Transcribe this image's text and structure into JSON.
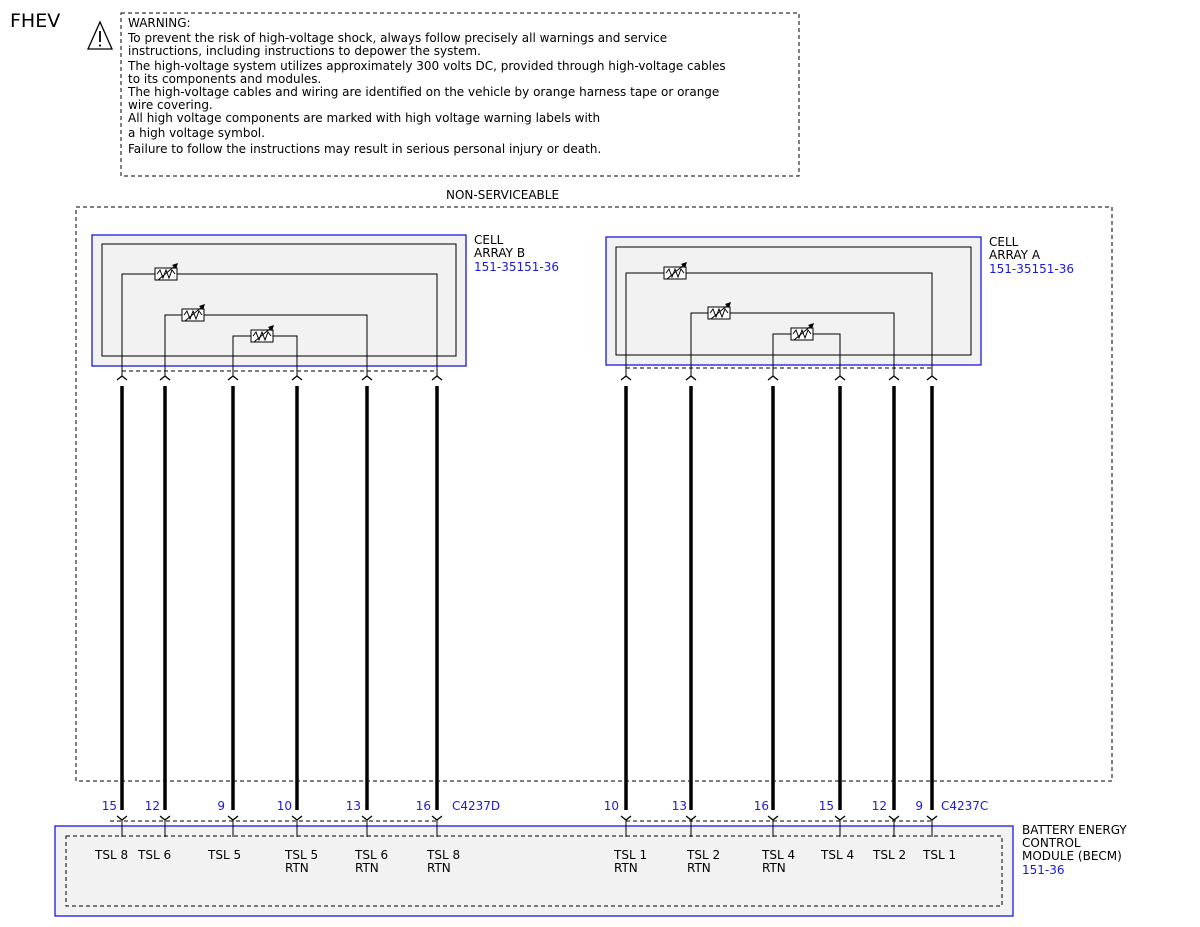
{
  "title": "FHEV",
  "warning": {
    "lines": [
      "WARNING:",
      "To prevent the risk of high-voltage shock, always follow precisely all warnings and service",
      "instructions, including instructions to depower the system.",
      "The high-voltage system utilizes approximately 300 volts DC, provided through high-voltage cables",
      "to its components and modules.",
      "The high-voltage cables and wiring are identified on the vehicle by orange harness tape or orange",
      "wire covering.",
      "All high voltage components are marked with high voltage warning labels with",
      "a high voltage symbol.",
      "Failure to follow the instructions may result in serious personal injury or death."
    ]
  },
  "non_serviceable_label": "NON-SERVICEABLE",
  "components": {
    "array_b": {
      "line1": "CELL",
      "line2": "ARRAY B",
      "ref": "151-35151-36"
    },
    "array_a": {
      "line1": "CELL",
      "line2": "ARRAY A",
      "ref": "151-35151-36"
    },
    "becm": {
      "line1": "BATTERY ENERGY",
      "line2": "CONTROL",
      "line3": "MODULE (BECM)",
      "ref": "151-36"
    }
  },
  "connectors": [
    {
      "name": "C4237D",
      "pins": [
        "15",
        "12",
        "9",
        "10",
        "13",
        "16"
      ],
      "signals": [
        [
          "TSL 8"
        ],
        [
          "TSL 6"
        ],
        [
          "TSL 5"
        ],
        [
          "TSL 5",
          "RTN"
        ],
        [
          "TSL 6",
          "RTN"
        ],
        [
          "TSL 8",
          "RTN"
        ]
      ]
    },
    {
      "name": "C4237C",
      "pins": [
        "10",
        "13",
        "16",
        "15",
        "12",
        "9"
      ],
      "signals": [
        [
          "TSL 1",
          "RTN"
        ],
        [
          "TSL 2",
          "RTN"
        ],
        [
          "TSL 4",
          "RTN"
        ],
        [
          "TSL 4"
        ],
        [
          "TSL 2"
        ],
        [
          "TSL 1"
        ]
      ]
    }
  ],
  "colors": {
    "line": "#000000",
    "component_outline": "#1a1adb",
    "label_blue": "#1a1adb",
    "fill": "#f2f2f2"
  },
  "icons": [
    "warning-triangle-icon",
    "thermistor-icon",
    "connector-pin-icon"
  ]
}
